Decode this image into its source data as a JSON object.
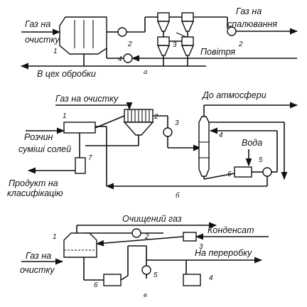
{
  "scheme_a": {
    "gas_in": [
      "Газ на",
      "очистку"
    ],
    "gas_out": [
      "Газ на",
      "спалювання"
    ],
    "air": "Повітря",
    "to_shop": "В цех обробки",
    "section": "а",
    "numbers": [
      "1",
      "2",
      "3",
      "4",
      "2"
    ]
  },
  "scheme_b": {
    "gas_in": "Газ на очистку",
    "to_atm": "До атмосфери",
    "water": "Вода",
    "salt_solution": [
      "Розчин",
      "суміші солей"
    ],
    "product": [
      "Продукт на",
      "класифікацію"
    ],
    "section": "б",
    "numbers": [
      "1",
      "2",
      "3",
      "4",
      "5",
      "6",
      "7"
    ]
  },
  "scheme_c": {
    "clean_gas": "Очищений газ",
    "condensate": "Конденсат",
    "gas_in": [
      "Газ на",
      "очистку"
    ],
    "to_processing": "На переробку",
    "section": "в",
    "numbers": [
      "1",
      "2",
      "3",
      "4",
      "5",
      "6"
    ]
  }
}
